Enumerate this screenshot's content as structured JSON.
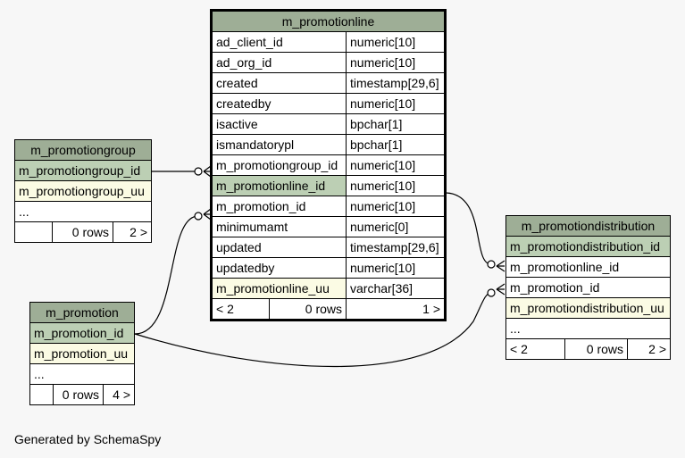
{
  "promotiongroup": {
    "title": "m_promotiongroup",
    "rows": [
      "m_promotiongroup_id",
      "m_promotiongroup_uu",
      "..."
    ],
    "footer": {
      "rows": "0 rows",
      "next": "2 >"
    }
  },
  "promotion": {
    "title": "m_promotion",
    "rows": [
      "m_promotion_id",
      "m_promotion_uu",
      "..."
    ],
    "footer": {
      "rows": "0 rows",
      "next": "4 >"
    }
  },
  "promotionline": {
    "title": "m_promotionline",
    "columns": [
      {
        "name": "ad_client_id",
        "type": "numeric[10]"
      },
      {
        "name": "ad_org_id",
        "type": "numeric[10]"
      },
      {
        "name": "created",
        "type": "timestamp[29,6]"
      },
      {
        "name": "createdby",
        "type": "numeric[10]"
      },
      {
        "name": "isactive",
        "type": "bpchar[1]"
      },
      {
        "name": "ismandatorypl",
        "type": "bpchar[1]"
      },
      {
        "name": "m_promotiongroup_id",
        "type": "numeric[10]"
      },
      {
        "name": "m_promotionline_id",
        "type": "numeric[10]"
      },
      {
        "name": "m_promotion_id",
        "type": "numeric[10]"
      },
      {
        "name": "minimumamt",
        "type": "numeric[0]"
      },
      {
        "name": "updated",
        "type": "timestamp[29,6]"
      },
      {
        "name": "updatedby",
        "type": "numeric[10]"
      },
      {
        "name": "m_promotionline_uu",
        "type": "varchar[36]"
      }
    ],
    "footer": {
      "prev": "< 2",
      "rows": "0 rows",
      "next": "1 >"
    }
  },
  "promotiondistribution": {
    "title": "m_promotiondistribution",
    "rows": [
      "m_promotiondistribution_id",
      "m_promotionline_id",
      "m_promotion_id",
      "m_promotiondistribution_uu",
      "..."
    ],
    "footer": {
      "prev": "< 2",
      "rows": "0 rows",
      "next": "2 >"
    }
  },
  "footer_text": "Generated by SchemaSpy",
  "colors": {
    "header": "#9eae96",
    "primary_key": "#bccfb4",
    "unique": "#fbfbe4",
    "background": "#f7f7f7"
  }
}
